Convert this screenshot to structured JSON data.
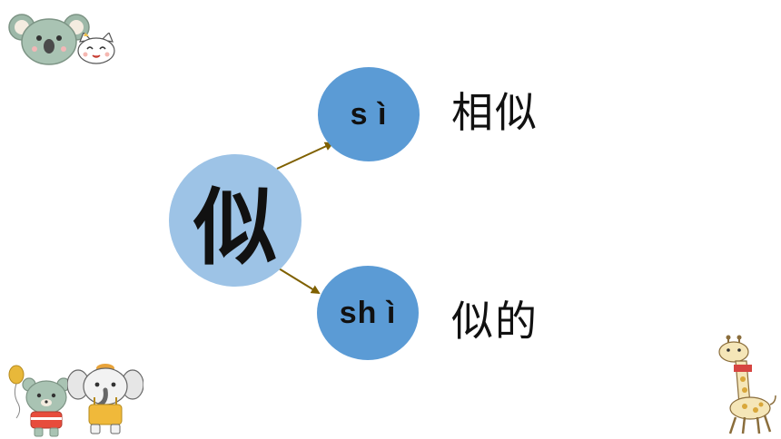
{
  "diagram": {
    "center": {
      "char": "似"
    },
    "readings": [
      {
        "pinyin": "s ì",
        "word": "相似"
      },
      {
        "pinyin": "sh ì",
        "word": "似的"
      }
    ]
  },
  "colors": {
    "center_fill": "#9DC3E6",
    "reading_fill": "#5B9BD5",
    "arrow": "#7F6000",
    "text": "#111111"
  },
  "decorations": [
    "koala-icon",
    "cat-icon",
    "bear-icon",
    "elephant-icon",
    "balloon-icon",
    "giraffe-icon"
  ]
}
